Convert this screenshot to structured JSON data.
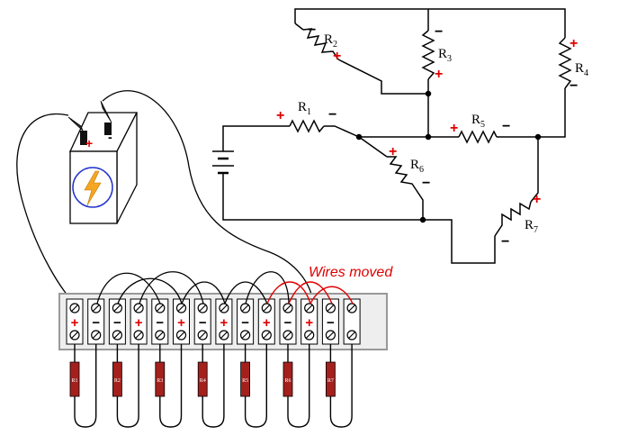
{
  "colors": {
    "wire": "#000000",
    "polarity_positive": "#e00000",
    "polarity_negative": "#000000",
    "moved_wire": "#e00000",
    "terminal_strip": "#eeeeee",
    "resistor_body": "#a3201d",
    "lightning": "#f5a623"
  },
  "schematic": {
    "resistors": [
      {
        "id": "R1",
        "letter": "R",
        "sub": "1",
        "plus": "+",
        "minus": "−"
      },
      {
        "id": "R2",
        "letter": "R",
        "sub": "2",
        "plus": "+",
        "minus": "−"
      },
      {
        "id": "R3",
        "letter": "R",
        "sub": "3",
        "plus": "+",
        "minus": "−"
      },
      {
        "id": "R4",
        "letter": "R",
        "sub": "4",
        "plus": "+",
        "minus": "−"
      },
      {
        "id": "R5",
        "letter": "R",
        "sub": "5",
        "plus": "+",
        "minus": "−"
      },
      {
        "id": "R6",
        "letter": "R",
        "sub": "6",
        "plus": "+",
        "minus": "−"
      },
      {
        "id": "R7",
        "letter": "R",
        "sub": "7",
        "plus": "+",
        "minus": "−"
      }
    ]
  },
  "battery": {
    "plus": "+",
    "minus": "-",
    "icon": "lightning-bolt-icon"
  },
  "terminal_strip": {
    "marks": [
      "+",
      "−",
      "−",
      "+",
      "−",
      "+",
      "−",
      "+",
      "−",
      "+",
      "−",
      "+",
      "−",
      ""
    ]
  },
  "physical_resistors": [
    "R1",
    "R2",
    "R3",
    "R4",
    "R5",
    "R6",
    "R7"
  ],
  "annotation": {
    "moved_label": "Wires moved"
  }
}
